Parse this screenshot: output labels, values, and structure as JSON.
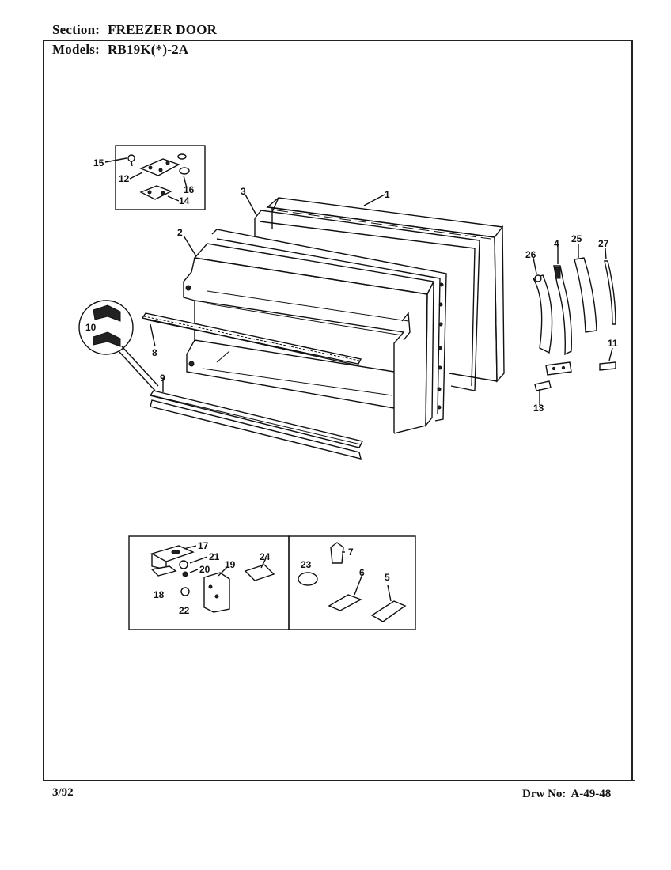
{
  "header": {
    "section_label": "Section:",
    "section_value": "FREEZER DOOR",
    "models_label": "Models:",
    "models_value": "RB19K(*)-2A"
  },
  "footer": {
    "date": "3/92",
    "drawing_label": "Drw No:",
    "drawing_number": "A-49-48"
  },
  "callouts": {
    "c1": "1",
    "c2": "2",
    "c3": "3",
    "c4": "4",
    "c5": "5",
    "c6": "6",
    "c7": "7",
    "c8": "8",
    "c9": "9",
    "c10": "10",
    "c11": "11",
    "c12": "12",
    "c13": "13",
    "c14": "14",
    "c15": "15",
    "c16": "16",
    "c17": "17",
    "c18": "18",
    "c19": "19",
    "c20": "20",
    "c21": "21",
    "c22": "22",
    "c23": "23",
    "c24": "24",
    "c25": "25",
    "c26": "26",
    "c27": "27"
  },
  "colors": {
    "ink": "#111111",
    "paper": "#ffffff"
  }
}
